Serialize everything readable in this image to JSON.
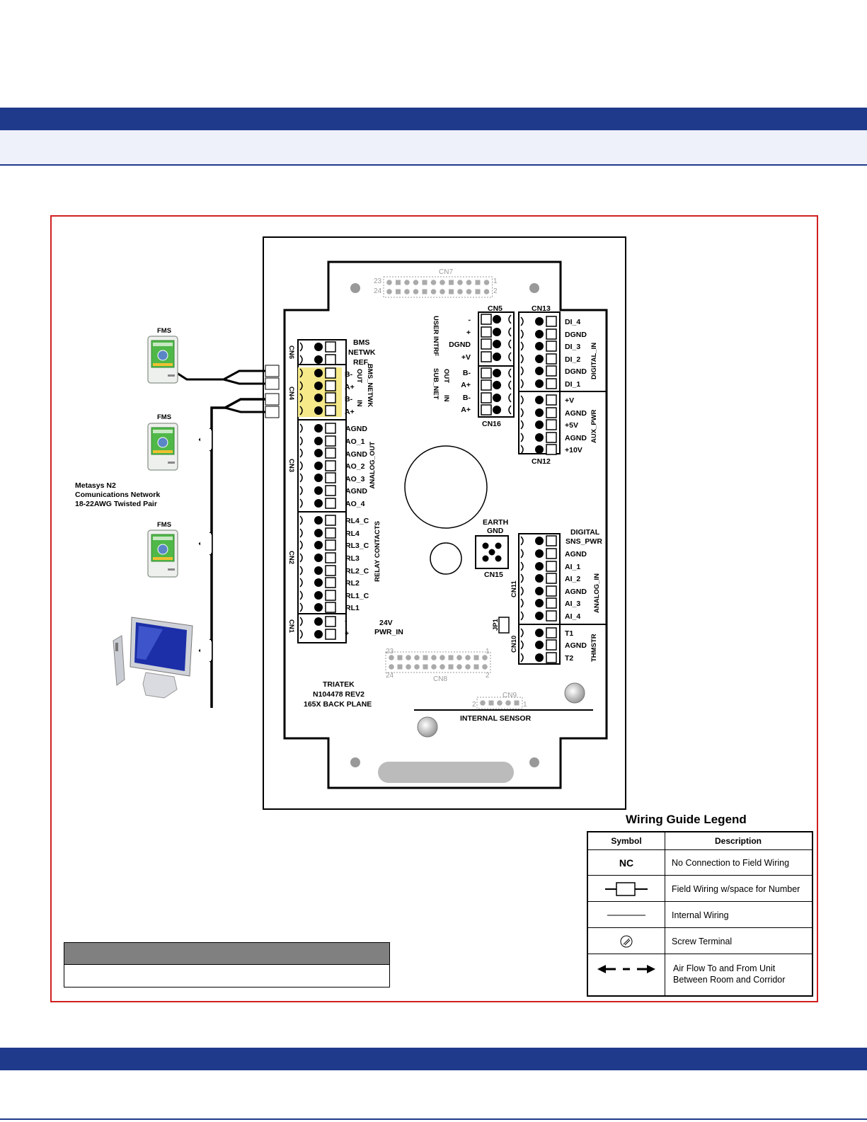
{
  "board": {
    "cn7": "CN7",
    "cn7_pin23": "23",
    "cn7_pin24": "24",
    "cn7_pin1": "1",
    "cn7_pin2": "2",
    "cn5": "CN5",
    "cn13": "CN13",
    "cn16": "CN16",
    "cn12": "CN12",
    "cn6": "CN6",
    "cn4": "CN4",
    "cn3": "CN3",
    "cn2": "CN2",
    "cn1": "CN1",
    "cn11": "CN11",
    "cn10": "CN10",
    "cn15": "CN15",
    "cn8": "CN8",
    "cn9": "CN9",
    "jp1": "JP1",
    "cn8_pin23": "23",
    "cn8_pin24": "24",
    "cn8_pin1": "1",
    "cn8_pin2": "2",
    "cn9_pin2": "2",
    "cn9_pin1": "1",
    "bms_netwk_ref": [
      "BMS",
      "NETWK",
      "REF."
    ],
    "bms_netwk": "BMS_NETWK",
    "out": "OUT",
    "in": "IN",
    "cn4_pins": [
      "B-",
      "A+",
      "B-",
      "A+"
    ],
    "analog_out": "ANALOG_OUT",
    "cn3_pins": [
      "AGND",
      "AO_1",
      "AGND",
      "AO_2",
      "AO_3",
      "AGND",
      "AO_4"
    ],
    "relay_contacts": "RELAY CONTACTS",
    "cn2_pins": [
      "RL4_C",
      "RL4",
      "RL3_C",
      "RL3",
      "RL2_C",
      "RL2",
      "RL1_C",
      "RL1"
    ],
    "cn1_pins": [
      "-",
      "+"
    ],
    "pwr_in": [
      "24V",
      "PWR_IN"
    ],
    "user_intrf": "USER INTRF",
    "sub_net": "SUB_NET",
    "sub_out": "OUT",
    "sub_in": "IN",
    "cn5_pins": [
      "-",
      "+",
      "DGND",
      "+V"
    ],
    "cn16_pins": [
      "B-",
      "A+",
      "B-",
      "A+"
    ],
    "digital_in": "DIGITAL_IN",
    "cn13_pins": [
      "DI_4",
      "DGND",
      "DI_3",
      "DI_2",
      "DGND",
      "DI_1"
    ],
    "aux_pwr": "AUX_PWR",
    "cn12_pins": [
      "+V",
      "AGND",
      "+5V",
      "AGND",
      "+10V"
    ],
    "earth_gnd": [
      "EARTH",
      "GND"
    ],
    "digital_sns_pwr": [
      "DIGITAL",
      "SNS_PWR"
    ],
    "analog_in": "ANALOG_IN",
    "cn11_pins": [
      "AGND",
      "AI_1",
      "AI_2",
      "AGND",
      "AI_3",
      "AI_4"
    ],
    "thmstr": "THMSTR",
    "cn10_pins": [
      "T1",
      "AGND",
      "T2"
    ],
    "triatek": [
      "TRIATEK",
      "N104478 REV2",
      "165X BACK PLANE"
    ],
    "internal_sensor": "INTERNAL SENSOR"
  },
  "network": {
    "fms": "FMS",
    "label": [
      "Metasys N2",
      "Comunications Network",
      "18-22AWG Twisted Pair"
    ]
  },
  "legend": {
    "title": "Wiring Guide Legend",
    "symbol_header": "Symbol",
    "description_header": "Description",
    "rows": [
      {
        "symbol": "NC",
        "description": "No Connection to Field Wiring"
      },
      {
        "symbol": "field-wiring-box-icon",
        "description": "Field Wiring w/space for Number"
      },
      {
        "symbol": "internal-wiring-line-icon",
        "description": "Internal Wiring"
      },
      {
        "symbol": "screw-terminal-icon",
        "description": "Screw Terminal"
      },
      {
        "symbol": "airflow-arrows-icon",
        "description": "Air Flow To and From Unit\nBetween Room and Corridor"
      }
    ]
  },
  "colors": {
    "band": "#1f3a8a",
    "frame": "#d02020",
    "highlight": "#f5e98a"
  }
}
